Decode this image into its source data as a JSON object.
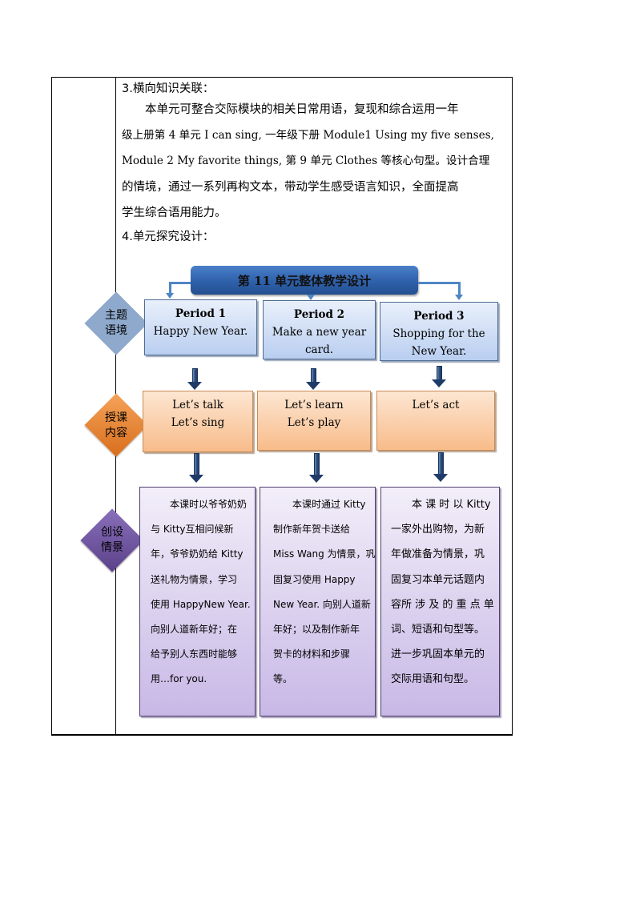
{
  "section3": {
    "heading": "3.横向知识关联：",
    "lines": [
      "　　本单元可整合交际模块的相关日常用语，复现和综合运用一年",
      "级上册第 4 单元 I can sing, 一年级下册 Module1 Using my five senses,",
      "Module 2 My favorite things, 第 9 单元 Clothes 等核心句型。设计合理",
      "的情境，通过一系列再构文本，带动学生感受语言知识，全面提高",
      "学生综合语用能力。"
    ]
  },
  "section4": {
    "heading": "4.单元探究设计："
  },
  "diagram": {
    "title": "第 11 单元整体教学设计",
    "rows": {
      "theme": "主题\n语境",
      "content": "授课\n内容",
      "scenario": "创设\n情景"
    },
    "colors": {
      "banner": "#2d5ea8",
      "theme_diamond": "#8ea9cc",
      "content_diamond": "#e8822e",
      "scenario_diamond": "#6a4f9a"
    },
    "periods": [
      {
        "title": "Period 1",
        "theme_lines": [
          "Happy New Year."
        ],
        "content_lines": [
          "Let’s talk",
          "Let’s sing"
        ],
        "scenario_lines": [
          "　　本课时以爷爷奶奶",
          "与 Kitty互相问候新",
          "年，爷爷奶奶给 Kitty",
          "送礼物为情景，学习",
          "使用 HappyNew Year.",
          "向别人道新年好；在",
          "给予别人东西时能够",
          "用…for you."
        ]
      },
      {
        "title": "Period 2",
        "theme_lines": [
          "Make a new year",
          "card."
        ],
        "content_lines": [
          "Let’s learn",
          "Let’s play"
        ],
        "scenario_lines": [
          "　　本课时通过 Kitty",
          "制作新年贺卡送给",
          "Miss Wang 为情景，巩",
          "固复习使用 Happy",
          "New Year. 向别人道新",
          "年好；以及制作新年",
          "贺卡的材料和步骤",
          "等。"
        ]
      },
      {
        "title": "Period 3",
        "theme_lines": [
          "Shopping  for the",
          "New Year."
        ],
        "content_lines": [
          "Let’s  act"
        ],
        "scenario_lines": [
          "　　本 课 时 以 Kitty",
          "一家外出购物，为新",
          "年做准备为情景，巩",
          "固复习本单元话题内",
          "容所 涉 及 的 重 点 单",
          "词、短语和句型等。",
          "进一步巩固本单元的",
          "交际用语和句型。"
        ]
      }
    ]
  }
}
